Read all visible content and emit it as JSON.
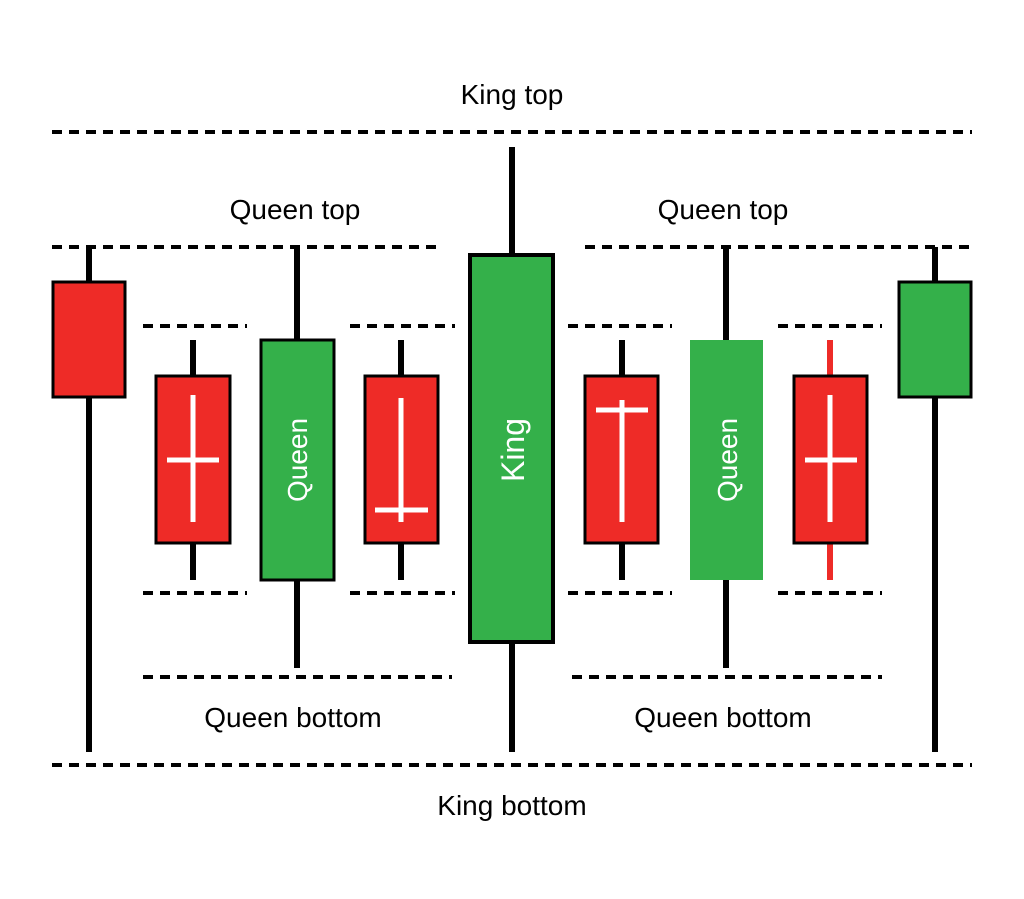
{
  "labels": {
    "king_top": "King top",
    "king_bottom": "King bottom",
    "queen_top_left": "Queen top",
    "queen_top_right": "Queen top",
    "queen_bottom_left": "Queen bottom",
    "queen_bottom_right": "Queen bottom",
    "king_candle": "King",
    "queen_candle_left": "Queen",
    "queen_candle_right": "Queen"
  },
  "colors": {
    "red": "#ee2b27",
    "green": "#34b04a",
    "outline": "#000000",
    "mark": "#ffffff",
    "background": "#ffffff"
  }
}
